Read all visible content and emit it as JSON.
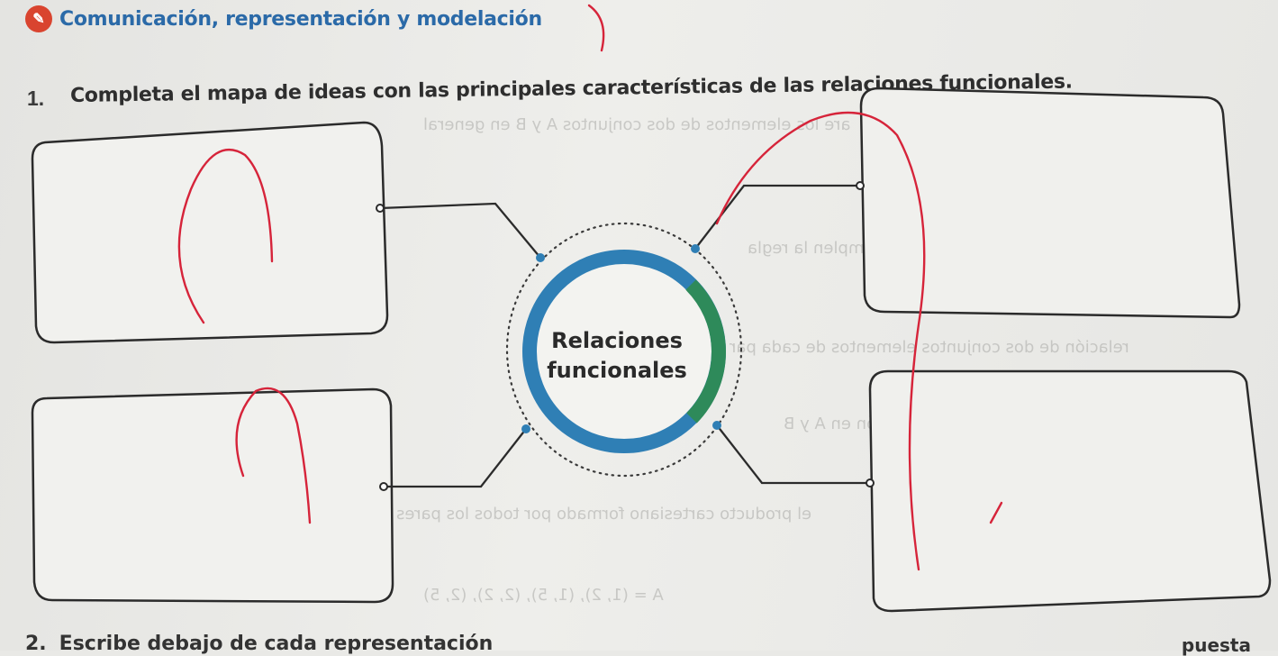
{
  "section": {
    "icon": "pencil-icon",
    "title": "Comunicación, representación y modelación"
  },
  "question1": {
    "number": "1.",
    "text": "Completa el mapa de ideas con las principales características de las relaciones funcionales."
  },
  "center_node": {
    "line1": "Relaciones",
    "line2": "funcionales"
  },
  "question2": {
    "number": "2.",
    "text_fragment": "Escribe debajo de cada representación",
    "right_fragment": "puesta"
  },
  "colors": {
    "title_blue": "#2b6aa8",
    "icon_red": "#d9442f",
    "ring_blue": "#2f7fb5",
    "ring_green": "#2e8a5a",
    "annotation_red": "#d6243a"
  }
}
